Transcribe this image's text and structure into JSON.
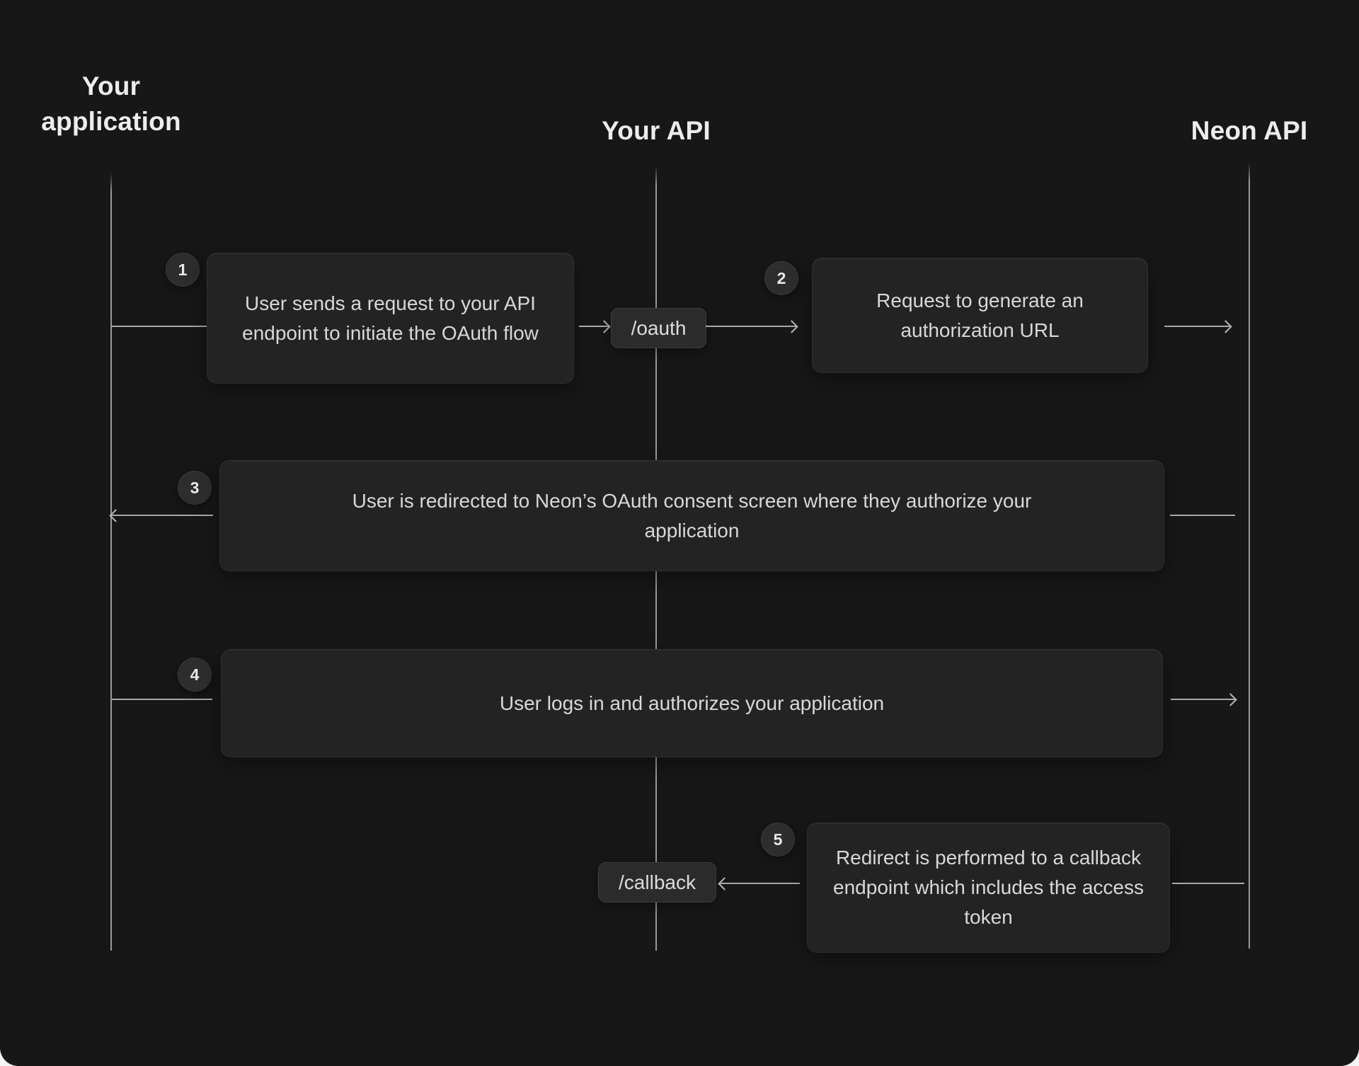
{
  "diagram": {
    "title_context": "OAuth flow sequence diagram",
    "colors": {
      "background": "#171717",
      "box_fill": "#232323",
      "chip_fill": "#2b2b2b",
      "badge_fill": "#2d2d2d",
      "line": "#9a9a9a",
      "text": "#d8d8d8",
      "heading_text": "#ededed"
    },
    "actors": [
      {
        "id": "your-application",
        "label": "Your application"
      },
      {
        "id": "your-api",
        "label": "Your API"
      },
      {
        "id": "neon-api",
        "label": "Neon API"
      }
    ],
    "endpoints": [
      {
        "id": "oauth",
        "label": "/oauth"
      },
      {
        "id": "callback",
        "label": "/callback"
      }
    ],
    "steps": [
      {
        "num": "1",
        "text": "User sends a request to your API endpoint to initiate the OAuth flow"
      },
      {
        "num": "2",
        "text": "Request to generate an authorization URL"
      },
      {
        "num": "3",
        "text": "User is redirected to Neon’s OAuth consent screen where they authorize your application"
      },
      {
        "num": "4",
        "text": "User logs in and authorizes your application"
      },
      {
        "num": "5",
        "text": "Redirect is performed to a callback endpoint which includes the access token"
      }
    ]
  }
}
